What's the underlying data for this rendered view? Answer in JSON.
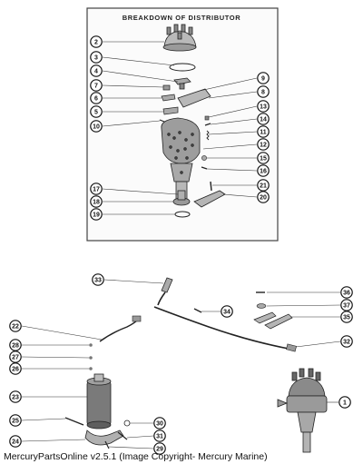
{
  "diagram": {
    "title": "BREAKDOWN OF DISTRIBUTOR",
    "callouts": [
      "1",
      "2",
      "3",
      "4",
      "5",
      "6",
      "7",
      "8",
      "9",
      "10",
      "11",
      "12",
      "13",
      "14",
      "15",
      "16",
      "17",
      "18",
      "19",
      "20",
      "21",
      "22",
      "23",
      "24",
      "25",
      "26",
      "27",
      "28",
      "29",
      "30",
      "31",
      "32",
      "33",
      "34",
      "35",
      "36",
      "37"
    ]
  },
  "footer": {
    "text": "MercuryPartsOnline v2.5.1 (Image Copyright- Mercury Marine)"
  }
}
